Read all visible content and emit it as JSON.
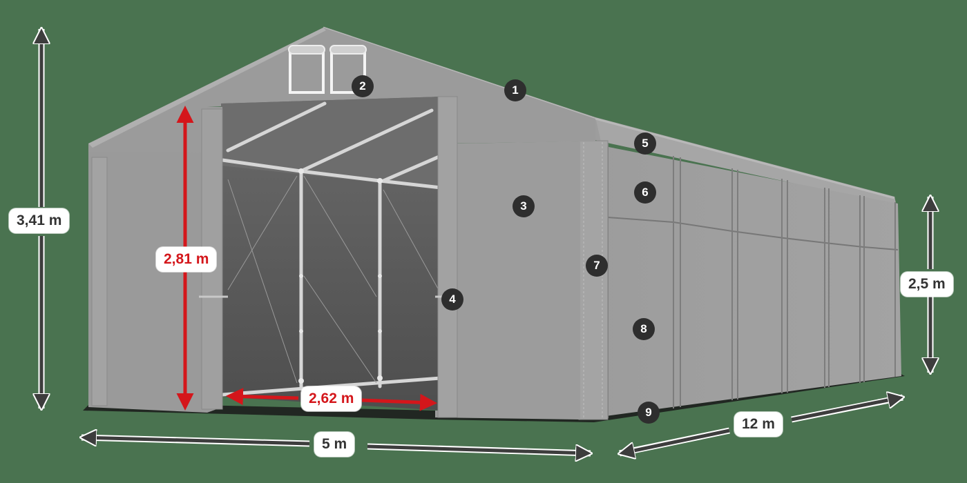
{
  "diagram": {
    "subject": "Storage tent with front door opening",
    "colors": {
      "background": "#4a7350",
      "tent_fabric": "#9a9a9a",
      "tent_dark_interior": "#5c5c5c",
      "callout_fill": "#2e2e2e",
      "dimension_arrow_dark": "#3d3d3d",
      "dimension_arrow_red": "#d4161b"
    },
    "dimensions": {
      "total_height": {
        "label": "3,41 m",
        "color": "dark"
      },
      "door_height": {
        "label": "2,81 m",
        "color": "red"
      },
      "door_width": {
        "label": "2,62 m",
        "color": "red"
      },
      "side_height": {
        "label": "2,5 m",
        "color": "dark"
      },
      "front_width": {
        "label": "5 m",
        "color": "dark"
      },
      "length": {
        "label": "12 m",
        "color": "dark"
      }
    },
    "callouts": [
      {
        "number": "1",
        "part": "roof"
      },
      {
        "number": "2",
        "part": "gable ventilation flaps"
      },
      {
        "number": "3",
        "part": "front wall"
      },
      {
        "number": "4",
        "part": "door panel fastener"
      },
      {
        "number": "5",
        "part": "roof eave"
      },
      {
        "number": "6",
        "part": "upper side panel"
      },
      {
        "number": "7",
        "part": "corner post cover"
      },
      {
        "number": "8",
        "part": "side wall panel"
      },
      {
        "number": "9",
        "part": "ground skirt"
      }
    ]
  }
}
